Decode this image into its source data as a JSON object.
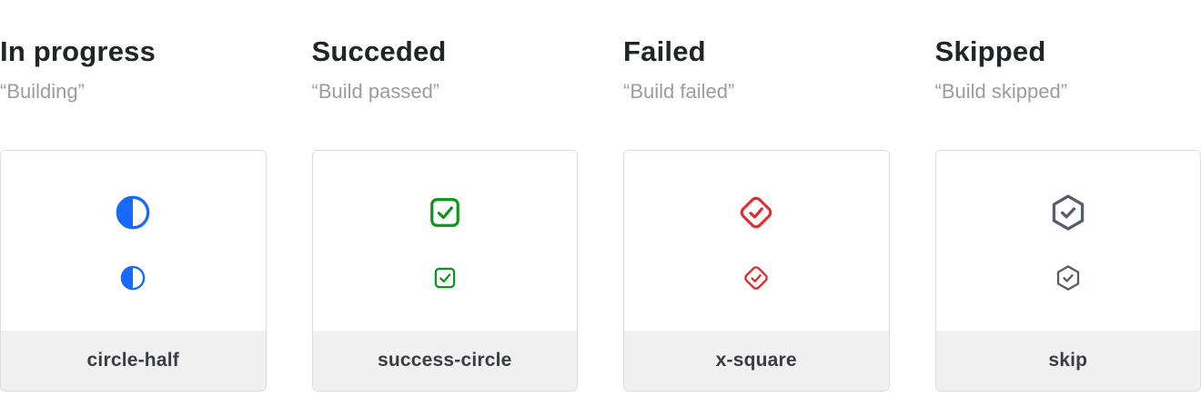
{
  "page": {
    "background": "#ffffff",
    "card_border": "#dcdcdc",
    "card_footer_bg": "#f0f0f0",
    "title_color": "#212429",
    "subtitle_color": "#9c9c9c",
    "footer_label_color": "#3a3d42"
  },
  "columns": [
    {
      "title": "In progress",
      "subtitle": "“Building”",
      "icon": "circle-half-icon",
      "icon_color": "#1769ff",
      "label": "circle-half"
    },
    {
      "title": "Succeded",
      "subtitle": "“Build passed”",
      "icon": "check-square-icon",
      "icon_color": "#0a9619",
      "label": "success-circle"
    },
    {
      "title": "Failed",
      "subtitle": "“Build failed”",
      "icon": "diamond-check-icon",
      "icon_color": "#e02d2d",
      "label": "x-square"
    },
    {
      "title": "Skipped",
      "subtitle": "“Build skipped”",
      "icon": "hexagon-check-icon",
      "icon_color": "#565d6b",
      "label": "skip"
    }
  ]
}
